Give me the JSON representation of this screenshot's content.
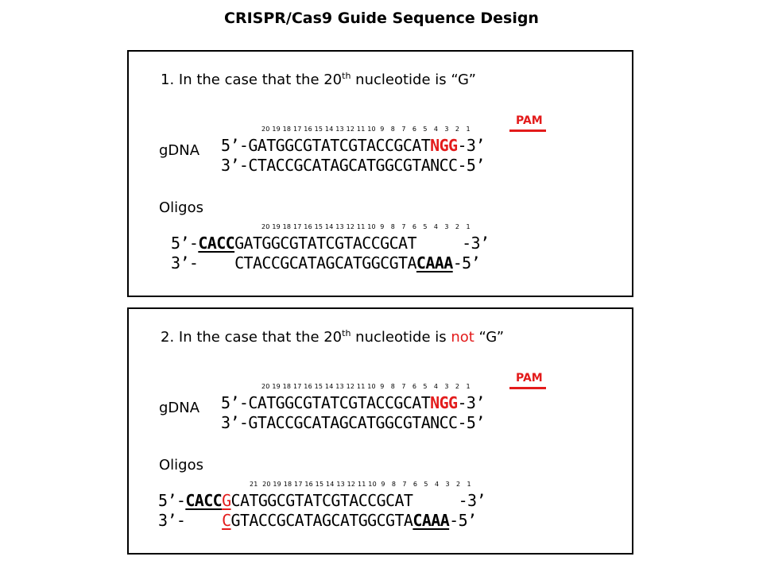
{
  "title": "CRISPR/Cas9 Guide Sequence Design",
  "case1": {
    "heading_pre": "1. In the case that the 20",
    "heading_sup": "th",
    "heading_post": " nucleotide is “G”",
    "pam_label": "PAM",
    "gdna_label": "gDNA",
    "gdna_numbers": "20 19 18 17 16 15 14 13 12 11 10  9   8   7   6   5   4   3   2   1",
    "gdna_top_pre": "5’-GATGGCGTATCGTACCGCAT",
    "gdna_top_pam": "NGG",
    "gdna_top_post": "-3’",
    "gdna_bottom": "3’-CTACCGCATAGCATGGCGTANCC-5’",
    "oligos_label": "Oligos",
    "oligo_numbers": "20 19 18 17 16 15 14 13 12 11 10  9   8   7   6   5   4   3   2   1",
    "oligo_top_pre": "5’-",
    "oligo_top_overhang": "CACC",
    "oligo_top_seq": "GATGGCGTATCGTACCGCAT     -3’",
    "oligo_bottom_pre": "3’-    CTACCGCATAGCATGGCGTA",
    "oligo_bottom_overhang": "CAAA",
    "oligo_bottom_post": "-5’"
  },
  "case2": {
    "heading_pre": "2. In the case that the 20",
    "heading_sup": "th",
    "heading_mid": " nucleotide is ",
    "heading_not": "not",
    "heading_post": " “G”",
    "pam_label": "PAM",
    "gdna_label": "gDNA",
    "gdna_numbers": "20 19 18 17 16 15 14 13 12 11 10  9   8   7   6   5   4   3   2   1",
    "gdna_top_pre": "5’-CATGGCGTATCGTACCGCAT",
    "gdna_top_pam": "NGG",
    "gdna_top_post": "-3’",
    "gdna_bottom": "3’-GTACCGCATAGCATGGCGTANCC-5’",
    "oligos_label": "Oligos",
    "oligo_numbers": "21  20 19 18 17 16 15 14 13 12 11 10  9   8   7   6   5   4   3   2   1",
    "oligo_top_pre": "5’-",
    "oligo_top_overhang": "CACC",
    "oligo_top_added": "G",
    "oligo_top_seq": "CATGGCGTATCGTACCGCAT     -3’",
    "oligo_bottom_pre": "3’-    ",
    "oligo_bottom_added": "C",
    "oligo_bottom_seq": "GTACCGCATAGCATGGCGTA",
    "oligo_bottom_overhang": "CAAA",
    "oligo_bottom_post": "-5’"
  },
  "colors": {
    "highlight": "#e31b1b",
    "border": "#000000"
  }
}
